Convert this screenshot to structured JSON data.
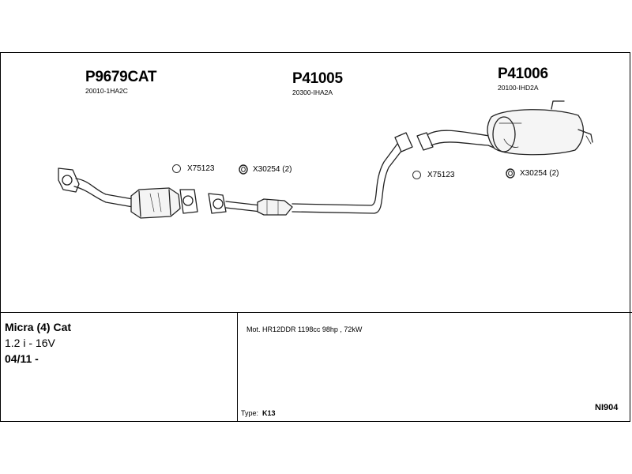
{
  "parts": [
    {
      "number": "P9679CAT",
      "code": "20010-1HA2C"
    },
    {
      "number": "P41005",
      "code": "20300-IHA2A"
    },
    {
      "number": "P41006",
      "code": "20100-IHD2A"
    }
  ],
  "refs": [
    {
      "code": "X75123",
      "icon": "ring-icon"
    },
    {
      "code": "X30254 (2)",
      "icon": "clamp-icon"
    },
    {
      "code": "X75123",
      "icon": "ring-icon"
    },
    {
      "code": "X30254 (2)",
      "icon": "clamp-icon"
    }
  ],
  "vehicle": {
    "model": "Micra (4) Cat",
    "engine": "1.2 i - 16V",
    "date": "04/11 -"
  },
  "motor": "Mot. HR12DDR 1198cc 98hp , 72kW",
  "type_label": "Type:",
  "type_value": "K13",
  "drawing_code": "NI904"
}
